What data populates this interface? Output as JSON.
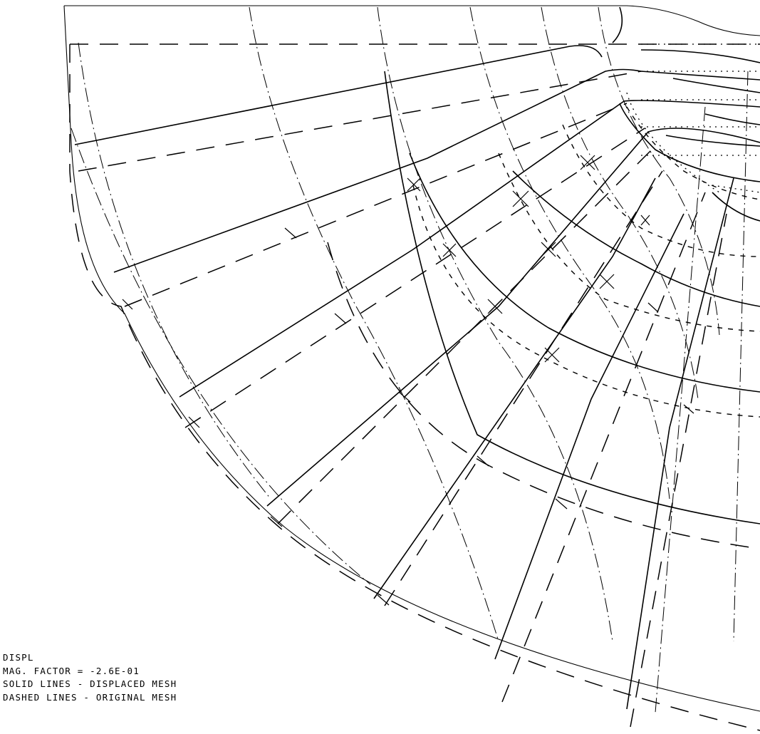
{
  "legend": {
    "line1": "DISPL",
    "line2": "MAG. FACTOR = -2.6E-01",
    "line3": "SOLID LINES - DISPLACED MESH",
    "line4": "DASHED LINES - ORIGINAL MESH"
  }
}
